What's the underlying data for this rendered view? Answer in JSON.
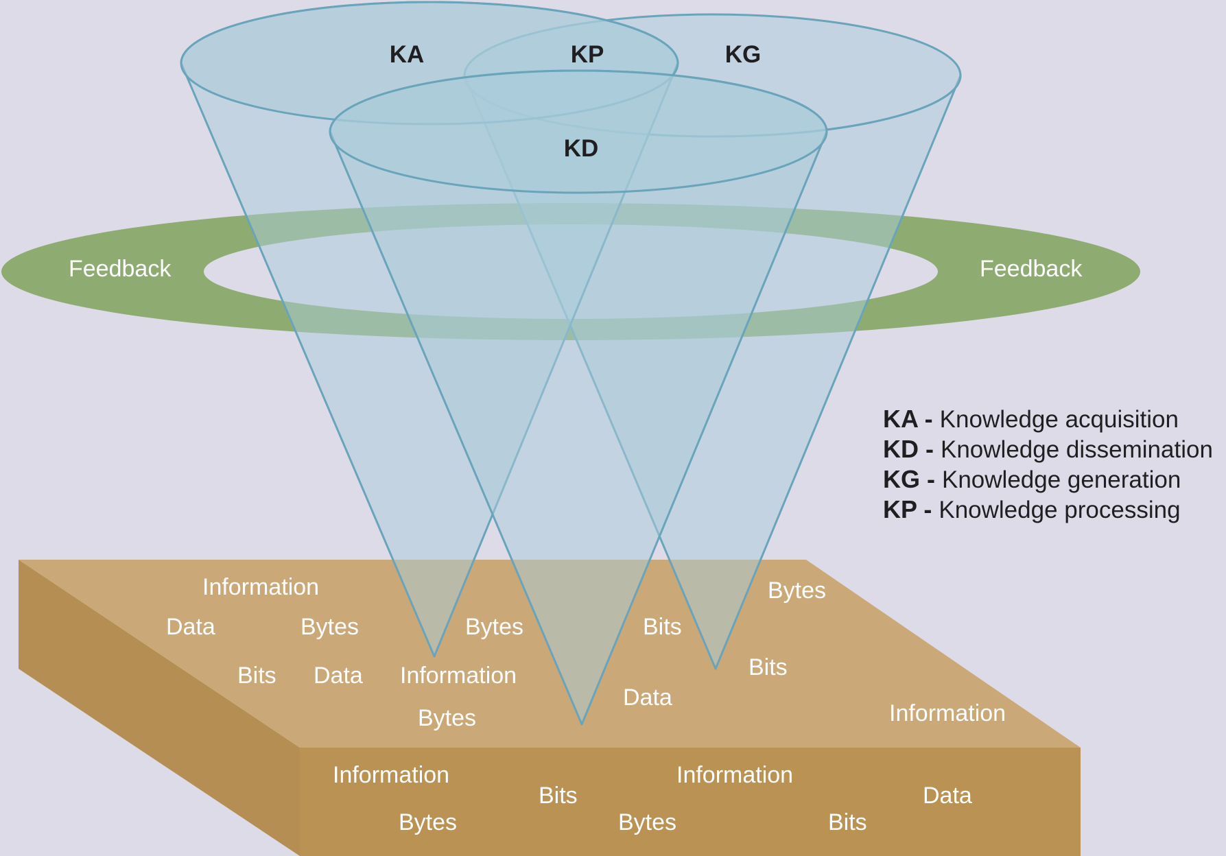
{
  "colors": {
    "background": "#dedbe8",
    "cone_fill": "#a9cbd9",
    "cone_stroke": "#6aa4bb",
    "feedback_ring": "#8eac72",
    "slab_top": "#cba877",
    "slab_front": "#b99254",
    "slab_side": "#b48e52",
    "slab_text": "#ffffff",
    "ink": "#1f1f22"
  },
  "cones": [
    {
      "id": "ka",
      "label": "KA"
    },
    {
      "id": "kg",
      "label": "KG"
    },
    {
      "id": "kd",
      "label": "KD"
    },
    {
      "id": "kp",
      "label": "KP"
    }
  ],
  "feedback": {
    "left": "Feedback",
    "right": "Feedback"
  },
  "legend": [
    {
      "abbr": "KA",
      "sep": " - ",
      "text": "Knowledge acquisition"
    },
    {
      "abbr": "KD",
      "sep": " - ",
      "text": "Knowledge dissemination"
    },
    {
      "abbr": "KG",
      "sep": " - ",
      "text": "Knowledge generation"
    },
    {
      "abbr": "KP",
      "sep": " - ",
      "text": "Knowledge processing"
    }
  ],
  "slab": {
    "top_words": [
      "Information",
      "Data",
      "Bytes",
      "Bytes",
      "Bits",
      "Bytes",
      "Bits",
      "Data",
      "Information",
      "Bytes",
      "Data",
      "Bits",
      "Information"
    ],
    "front_words": [
      "Information",
      "Bytes",
      "Bits",
      "Information",
      "Bytes",
      "Data",
      "Bits"
    ]
  }
}
